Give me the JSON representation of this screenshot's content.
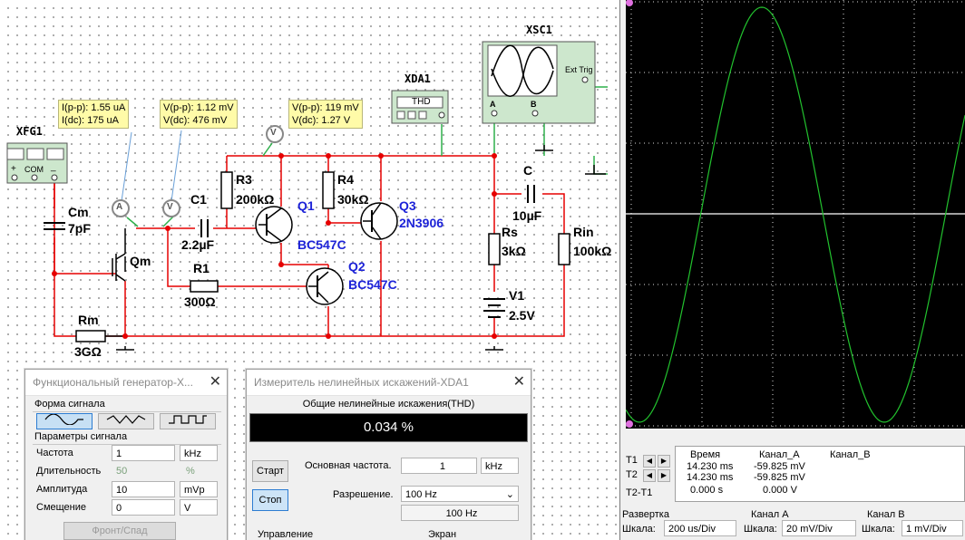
{
  "colors": {
    "wire_red": "#e60000",
    "wire_green": "#2db04a",
    "component_blue": "#1d23d8",
    "probe_bg": "#fffba8",
    "trace": "#22c22e"
  },
  "instruments": {
    "xfg1": "XFG1",
    "xda1": "XDA1",
    "xsc1": "XSC1",
    "thd_screen": "THD",
    "ext_trig": "Ext Trig",
    "ch_a": "A",
    "ch_b": "B",
    "com": "COM",
    "plus": "+",
    "minus": "_"
  },
  "probes": {
    "current": {
      "pp": "I(p-p): 1.55 uA",
      "dc": "I(dc): 175 uA"
    },
    "voltage1": {
      "pp": "V(p-p): 1.12 mV",
      "dc": "V(dc): 476 mV"
    },
    "voltage2": {
      "pp": "V(p-p): 119 mV",
      "dc": "V(dc): 1.27 V"
    },
    "a_symbol": "A",
    "v_symbol": "V"
  },
  "components": {
    "cm": {
      "name": "Cm",
      "value": "7pF"
    },
    "qm": {
      "name": "Qm"
    },
    "rm": {
      "name": "Rm",
      "value": "3GΩ"
    },
    "c1": {
      "name": "C1",
      "value": "2.2µF"
    },
    "r1": {
      "name": "R1",
      "value": "300Ω"
    },
    "r3": {
      "name": "R3",
      "value": "200kΩ"
    },
    "r4": {
      "name": "R4",
      "value": "30kΩ"
    },
    "q1": {
      "name": "Q1",
      "model": "BC547C"
    },
    "q2": {
      "name": "Q2",
      "model": "BC547C"
    },
    "q3": {
      "name": "Q3",
      "model": "2N3906"
    },
    "c": {
      "name": "C",
      "value": "10µF"
    },
    "rs": {
      "name": "Rs",
      "value": "3kΩ"
    },
    "rin": {
      "name": "Rin",
      "value": "100kΩ"
    },
    "v1": {
      "name": "V1",
      "value": "2.5V"
    }
  },
  "funcgen": {
    "title": "Функциональный генератор-X...",
    "waveform_label": "Форма сигнала",
    "params_label": "Параметры сигнала",
    "rows": [
      {
        "label": "Частота",
        "value": "1",
        "unit": "kHz"
      },
      {
        "label": "Длительность",
        "value": "50",
        "unit": "%"
      },
      {
        "label": "Амплитуда",
        "value": "10",
        "unit": "mVp"
      },
      {
        "label": "Смещение",
        "value": "0",
        "unit": "V"
      }
    ],
    "front_button": "Фронт/Спад"
  },
  "distortion": {
    "title": "Измеритель нелинейных искажений-XDA1",
    "header": "Общие нелинейные искажения(THD)",
    "value": "0.034 %",
    "start_button": "Старт",
    "stop_button": "Стоп",
    "fund_label": "Основная частота.",
    "fund_value": "1",
    "fund_unit": "kHz",
    "res_label": "Разрешение.",
    "res_value": "100 Hz",
    "res_display": "100 Hz",
    "control_label": "Управление",
    "screen_label": "Экран"
  },
  "scope": {
    "t1": "T1",
    "t2": "T2",
    "t2t1": "T2-T1",
    "col_time": "Время",
    "col_a": "Канал_A",
    "col_b": "Канал_B",
    "row_t1": {
      "time": "14.230 ms",
      "a": "-59.825 mV",
      "b": ""
    },
    "row_t2": {
      "time": "14.230 ms",
      "a": "-59.825 mV",
      "b": ""
    },
    "row_diff": {
      "time": "0.000 s",
      "a": "0.000 V",
      "b": ""
    },
    "timebase_label": "Развертка",
    "scale_label": "Шкала:",
    "timebase_scale": "200 us/Div",
    "cha_label": "Канал A",
    "cha_scale": "20 mV/Div",
    "chb_label": "Канал B",
    "chb_scale": "1 mV/Div",
    "arrow_left": "◀",
    "arrow_right": "▶"
  }
}
